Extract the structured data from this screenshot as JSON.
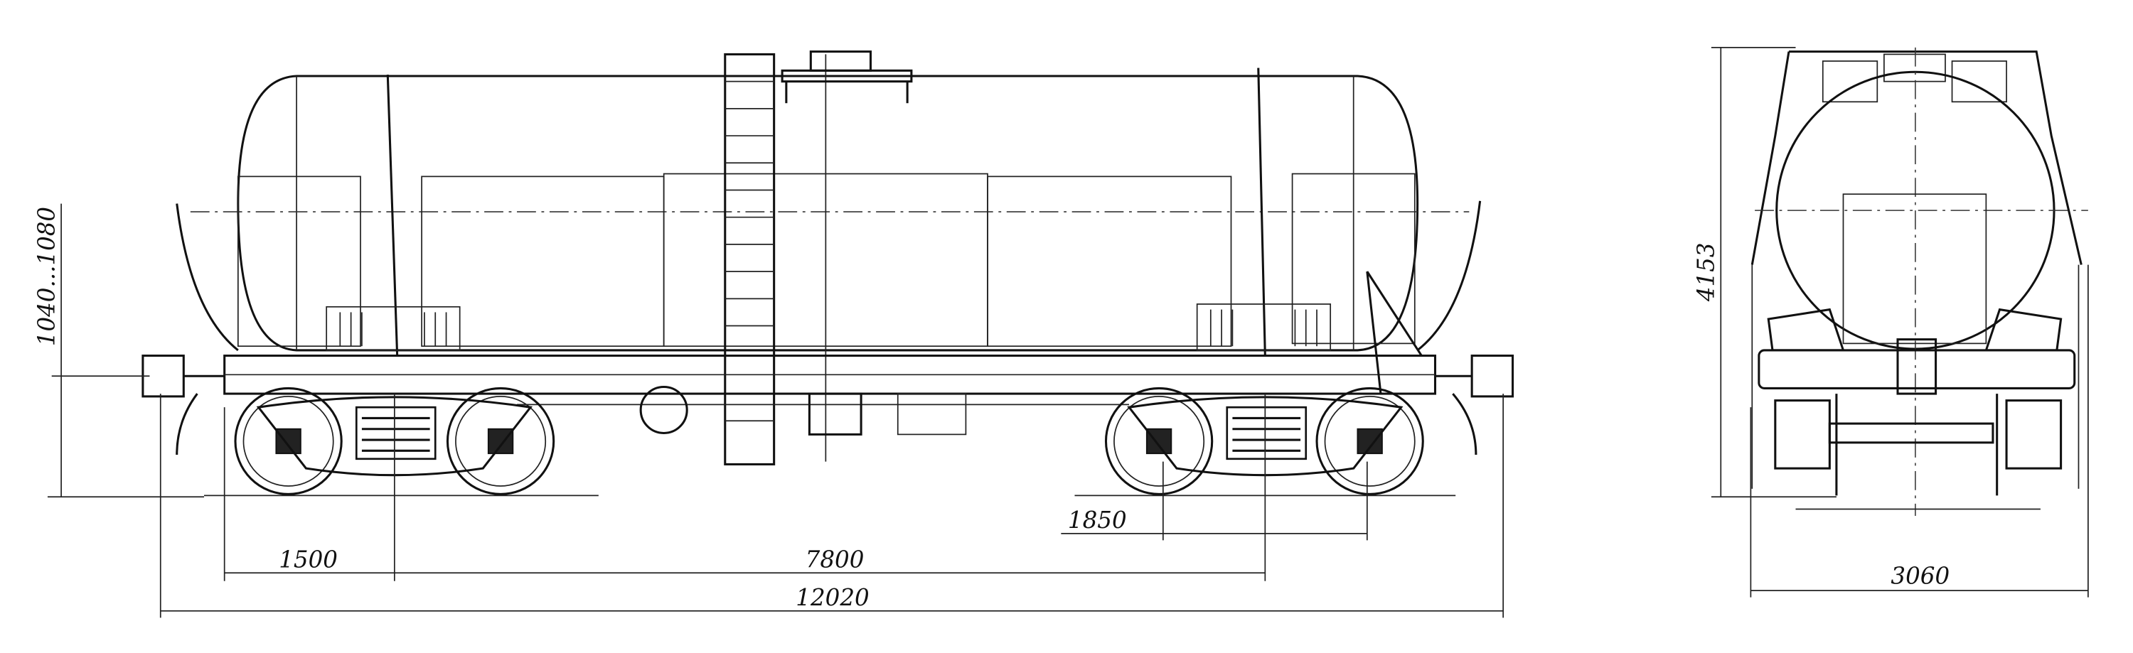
{
  "drawing": {
    "side_view": {
      "dimensions": {
        "coupler_height": "1040...1080",
        "bogie_overhang": "1500",
        "bogie_centers": "7800",
        "wheelbase": "1850",
        "length_over_couplers": "12020"
      }
    },
    "end_view": {
      "dimensions": {
        "height": "4153",
        "width": "3060"
      }
    }
  }
}
